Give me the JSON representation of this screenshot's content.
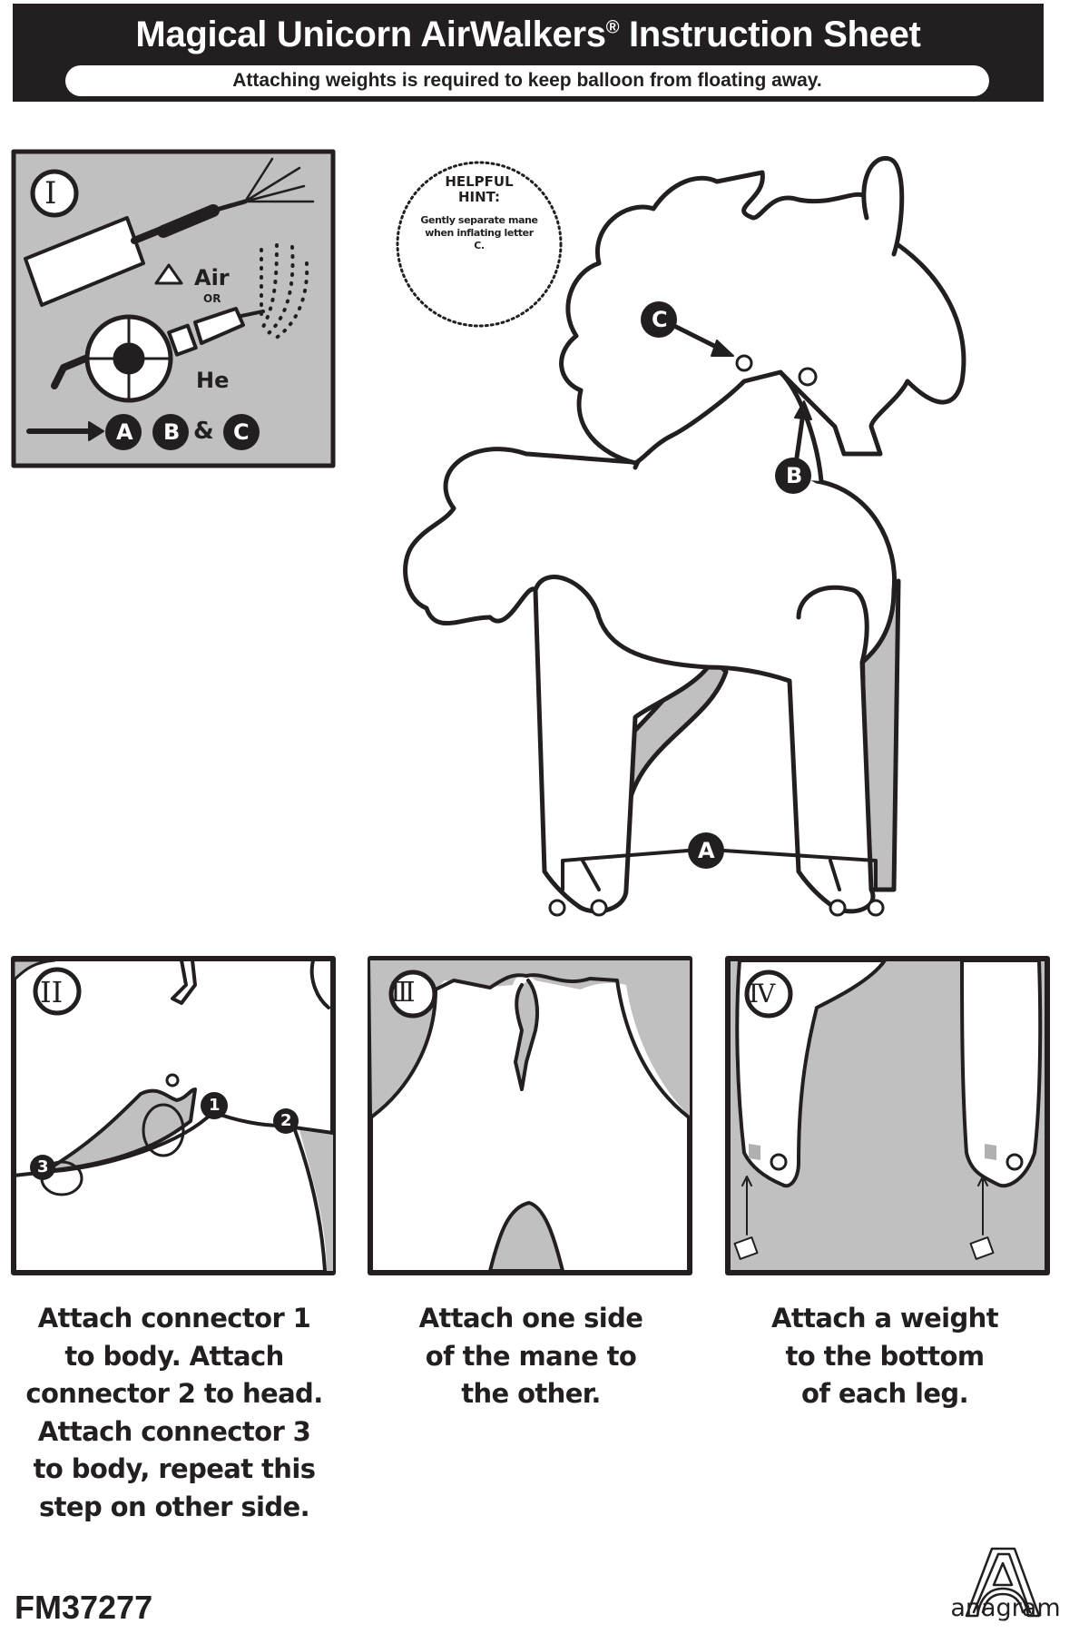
{
  "header": {
    "title": "Magical Unicorn AirWalkers",
    "registered_mark": "®",
    "title_suffix": " Instruction Sheet",
    "warning": "Attaching weights is required to keep balloon from floating away."
  },
  "helpful_hint": {
    "heading": "HELPFUL HINT:",
    "text": "Gently separate mane when inflating letter C."
  },
  "step1": {
    "numeral": "I",
    "air_label": "Air",
    "or_label": "OR",
    "helium_label": "He",
    "valves": [
      "A",
      "B",
      "C"
    ],
    "ampersand": "&"
  },
  "diagram_labels": {
    "a": "A",
    "b": "B",
    "c": "C"
  },
  "steps": [
    {
      "numeral": "II",
      "connectors": [
        "1",
        "2",
        "3"
      ],
      "caption": "Attach connector 1\nto body.  Attach\nconnector 2 to head.\nAttach connector 3\nto body, repeat this\nstep on other side."
    },
    {
      "numeral": "III",
      "caption": "Attach one side\nof the mane to\nthe other."
    },
    {
      "numeral": "IV",
      "caption": "Attach a weight\nto the bottom\nof each leg."
    }
  ],
  "footer": {
    "product_code": "FM37277",
    "brand": "anagram"
  },
  "colors": {
    "ink": "#231f20",
    "panel_gray": "#c0c0c0",
    "paper": "#ffffff"
  }
}
